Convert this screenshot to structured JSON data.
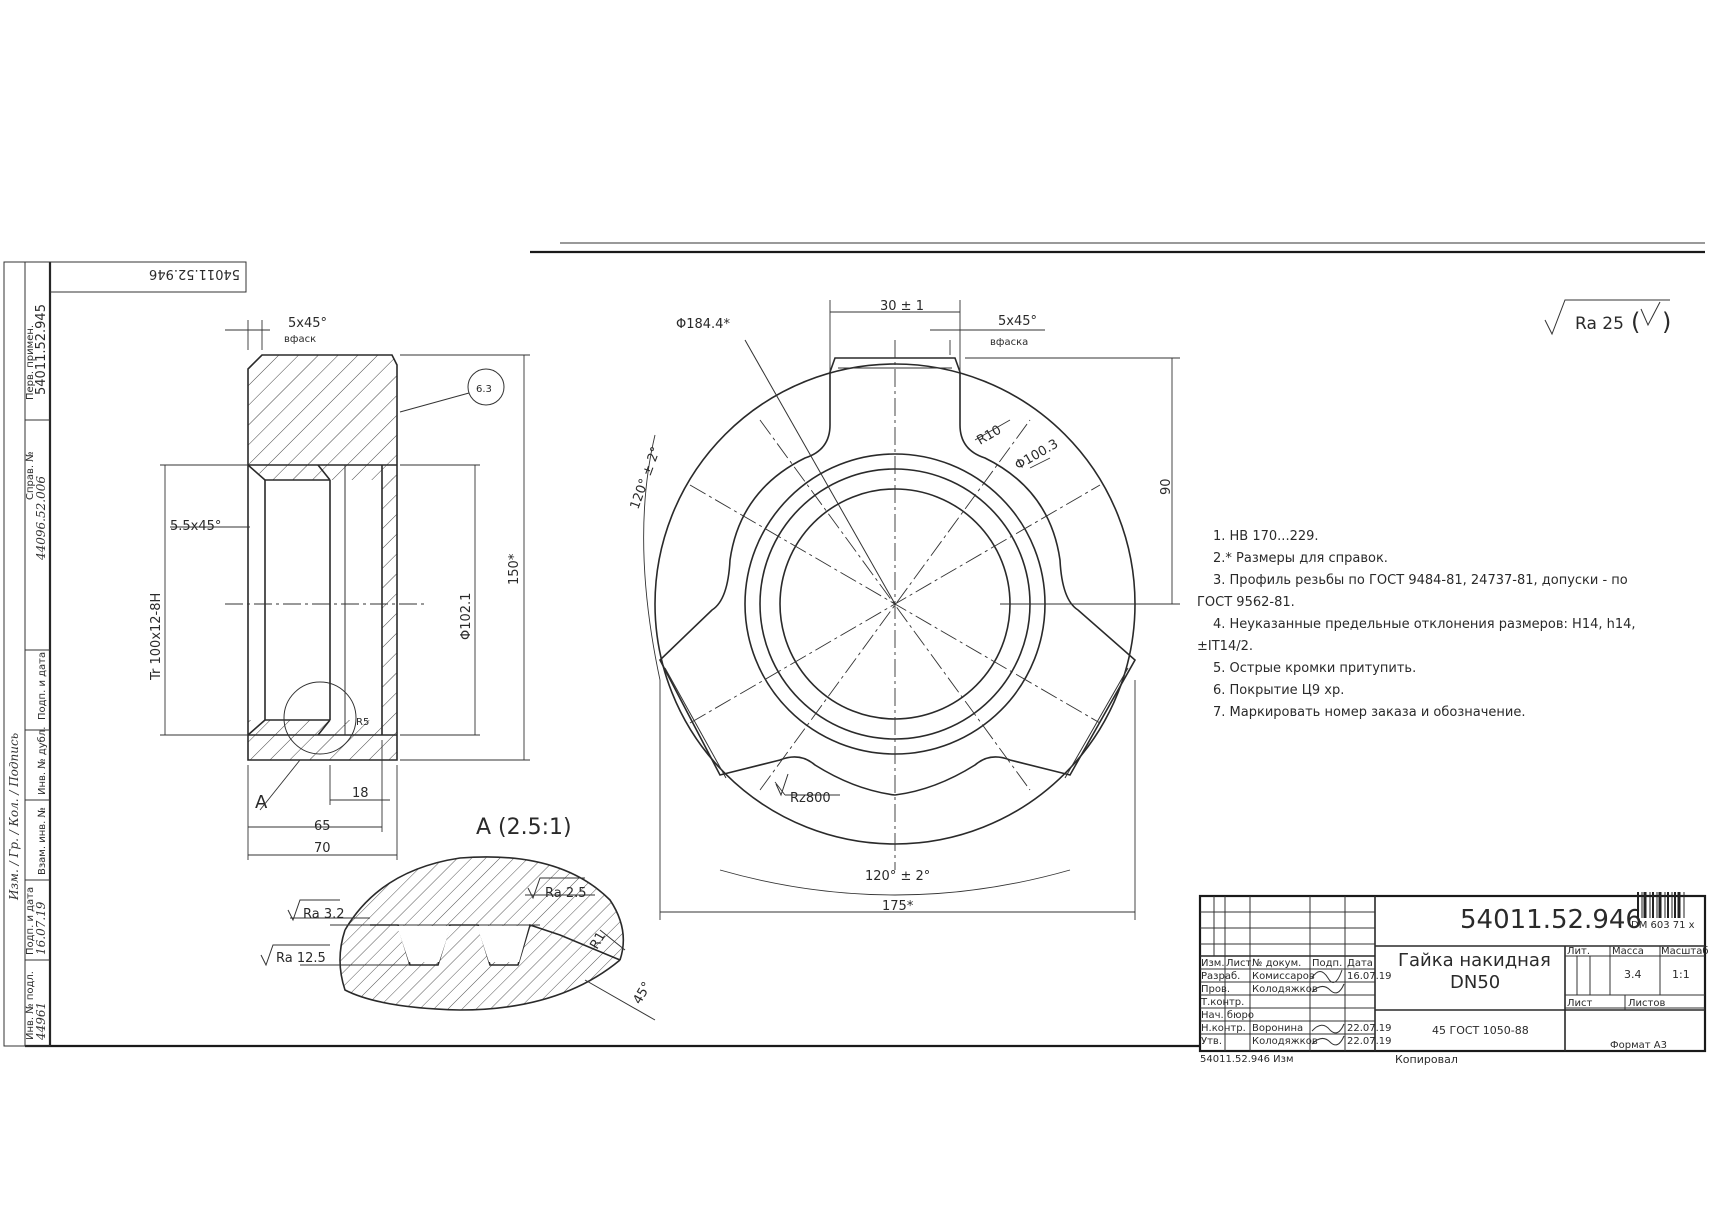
{
  "drawing": {
    "number": "54011.52.946",
    "number_mirrored": "54011.52.946",
    "title_line1": "Гайка накидная",
    "title_line2": "DN50",
    "material": "45 ГОСТ 1050-88",
    "copied": "Копировал",
    "format": "Формат А3",
    "scale": "1:1",
    "mass": "3.4",
    "lit": "Лит.",
    "mass_label": "Масса",
    "scale_label": "Масштаб",
    "sheet": "Лист",
    "sheets": "Листов",
    "barcode_text": "DM 603 71 x",
    "roughness_general": "Ra 25",
    "stamp_small": "54011.52.946 Изм"
  },
  "left_strip": {
    "perv_primen": "Перв. примен.",
    "perv_value": "54011.52.945",
    "sprav": "Справ. №",
    "sprav_value": "44096.52.006",
    "podp_date": "Подп. и дата",
    "vzam": "Взам. инв. №",
    "inv_dubl": "Инв. № дубл.",
    "inv_podl": "Инв. № подл.",
    "inv_value": "44961",
    "date_value": "16.07.19",
    "handwritten": "Изм. / Гр. / Кол. / Подпись"
  },
  "title_block": {
    "headers": [
      "Изм.",
      "Лист",
      "№ докум.",
      "Подп.",
      "Дата"
    ],
    "rows": [
      {
        "role": "Разраб.",
        "name": "Комиссаров",
        "date": "16.07.19"
      },
      {
        "role": "Пров.",
        "name": "Колодяжков",
        "date": ""
      },
      {
        "role": "Т.контр.",
        "name": "",
        "date": ""
      },
      {
        "role": "Нач. бюро",
        "name": "",
        "date": ""
      },
      {
        "role": "Н.контр.",
        "name": "Воронина",
        "date": "22.07.19"
      },
      {
        "role": "Утв.",
        "name": "Колодяжков",
        "date": "22.07.19"
      }
    ]
  },
  "notes": [
    "1. НВ 170...229.",
    "2.* Размеры для справок.",
    "3. Профиль резьбы по ГОСТ 9484-81, 24737-81, допуски - по",
    "ГОСТ 9562-81.",
    "4. Неуказанные предельные отклонения размеров: Н14, h14,",
    "±IT14/2.",
    "5. Острые кромки притупить.",
    "6. Покрытие Ц9 хр.",
    "7. Маркировать номер заказа и обозначение."
  ],
  "section_view": {
    "chamfer_top": "5x45°",
    "chamfer_top_sub": "вфаск",
    "chamfer_inner": "5.5x45°",
    "thread": "Tr 100x12-8H",
    "diam_inner": "Φ102.1",
    "height": "150*",
    "width_65": "65",
    "width_70": "70",
    "dim_18": "18",
    "r5": "R5",
    "callout_a": "A",
    "roughness_callout": "6.3"
  },
  "detail_view": {
    "label": "A (2.5:1)",
    "ra_32": "Ra 3.2",
    "ra_25": "Ra 2.5",
    "ra_125": "Ra 12.5",
    "r1": "R1",
    "angle": "45°"
  },
  "front_view": {
    "dia_outer": "Φ184.4*",
    "width_30": "30 ± 1",
    "chamfer": "5x45°",
    "chamfer_sub": "вфаска",
    "r10": "R10",
    "dia_inner": "Φ100.3",
    "dim_90": "90",
    "angle_left": "120° ± 2°",
    "angle_bottom": "120° ± 2°",
    "rz": "Rz800",
    "width_175": "175*"
  }
}
